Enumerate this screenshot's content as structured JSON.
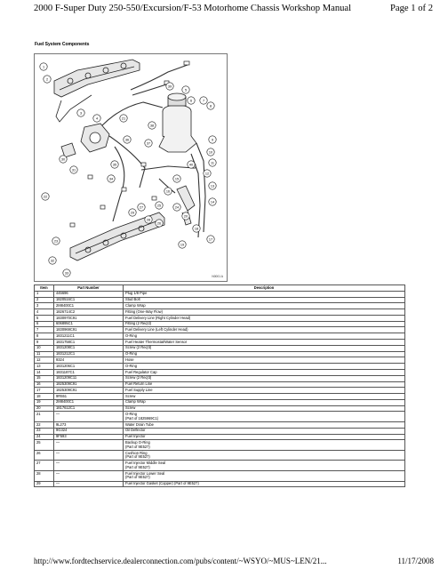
{
  "header": {
    "title": "2000 F-Super Duty 250-550/Excursion/F-53 Motorhome Chassis Workshop Manual",
    "page": "Page 1 of 2"
  },
  "section_title": "Fuel System Components",
  "figure": {
    "id": "N0001 A",
    "callouts": [
      "1",
      "2",
      "3",
      "4",
      "5",
      "6",
      "7",
      "8",
      "9",
      "10",
      "11",
      "12",
      "13",
      "14",
      "15",
      "16",
      "17",
      "18",
      "19",
      "20",
      "21",
      "22",
      "23",
      "24",
      "25",
      "26",
      "27",
      "28",
      "29",
      "30",
      "31",
      "32",
      "33",
      "34",
      "35",
      "36",
      "37",
      "38",
      "39",
      "40"
    ]
  },
  "table": {
    "headers": [
      "Item",
      "Part Number",
      "Description"
    ],
    "rows": [
      {
        "item": "1",
        "part": "445696",
        "desc": "Plug 1/8 Pipe",
        "sub": ""
      },
      {
        "item": "2",
        "part": "1820516C1",
        "desc": "Stud Bolt",
        "sub": ""
      },
      {
        "item": "3",
        "part": "2M8400C1",
        "desc": "Clamp Wrap",
        "sub": ""
      },
      {
        "item": "4",
        "part": "1826714C2",
        "desc": "Fitting (One-Way Flow)",
        "sub": ""
      },
      {
        "item": "5",
        "part": "1830970C91",
        "desc": "Fuel Delivery Line (Right Cylinder Head)",
        "sub": ""
      },
      {
        "item": "6",
        "part": "606895C1",
        "desc": "Fitting (2 Req'd)",
        "sub": ""
      },
      {
        "item": "7",
        "part": "1830969C91",
        "desc": "Fuel Delivery Line (Left Cylinder Head)",
        "sub": ""
      },
      {
        "item": "8",
        "part": "1831211C1",
        "desc": "O-Ring",
        "sub": ""
      },
      {
        "item": "9",
        "part": "1831758C1",
        "desc": "Fuel Heater Thermostat/Water Sensor",
        "sub": ""
      },
      {
        "item": "10",
        "part": "1831208C1",
        "desc": "Screw (2 Req'd)",
        "sub": ""
      },
      {
        "item": "11",
        "part": "1831212C1",
        "desc": "O-Ring",
        "sub": ""
      },
      {
        "item": "12",
        "part": "9324",
        "desc": "Hose",
        "sub": ""
      },
      {
        "item": "13",
        "part": "1831206C1",
        "desc": "O-Ring",
        "sub": ""
      },
      {
        "item": "14",
        "part": "1831187C1",
        "desc": "Fuel Regulator Cap",
        "sub": ""
      },
      {
        "item": "15",
        "part": "1831209C11",
        "desc": "Screw (2 Req'd)",
        "sub": ""
      },
      {
        "item": "16",
        "part": "1825309C91",
        "desc": "Fuel Return Line",
        "sub": ""
      },
      {
        "item": "17",
        "part": "1825309C91",
        "desc": "Fuel Supply Line",
        "sub": ""
      },
      {
        "item": "18",
        "part": "9R551",
        "desc": "Screw",
        "sub": ""
      },
      {
        "item": "19",
        "part": "2M8400C1",
        "desc": "Clamp Wrap",
        "sub": ""
      },
      {
        "item": "20",
        "part": "1817612C1",
        "desc": "Screw",
        "sub": ""
      },
      {
        "item": "21",
        "part": "—",
        "desc": "O-Ring",
        "sub": "(Part of 1825969C1)"
      },
      {
        "item": "22",
        "part": "9L273",
        "desc": "Water Drain Tube",
        "sub": ""
      },
      {
        "item": "23",
        "part": "9G324",
        "desc": "Oil Deflector",
        "sub": ""
      },
      {
        "item": "24",
        "part": "9F593",
        "desc": "Fuel Injector",
        "sub": ""
      },
      {
        "item": "25",
        "part": "—",
        "desc": "Backup O-Ring",
        "sub": "(Part of 9E527)"
      },
      {
        "item": "26",
        "part": "—",
        "desc": "Cushion Ring",
        "sub": "(Part of 9E527)"
      },
      {
        "item": "27",
        "part": "—",
        "desc": "Fuel Injector Middle Seal",
        "sub": "(Part of 9E527)"
      },
      {
        "item": "28",
        "part": "—",
        "desc": "Fuel Injector Lower Seal",
        "sub": "(Part of 9E527)"
      },
      {
        "item": "29",
        "part": "—",
        "desc": "Fuel Injector Gasket (Copper) (Part of 9E527)",
        "sub": ""
      }
    ]
  },
  "footer": {
    "url": "http://www.fordtechservice.dealerconnection.com/pubs/content/~WSYO/~MUS~LEN/21...",
    "date": "11/17/2008"
  }
}
